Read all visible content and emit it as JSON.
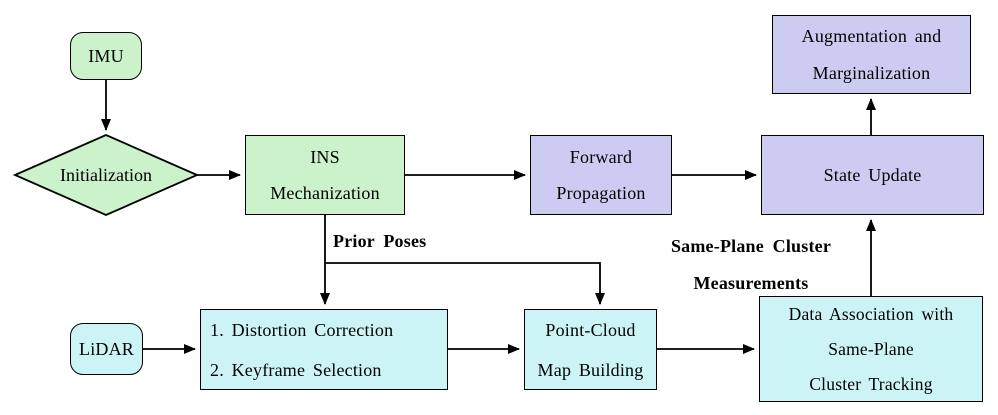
{
  "diagram": {
    "type": "flowchart",
    "colors": {
      "imu_branch_fill": "#ccf2cc",
      "filter_branch_fill": "#ccccf2",
      "lidar_branch_fill": "#ccf4f6",
      "stroke": "#000000",
      "background": "#ffffff"
    },
    "nodes": {
      "imu": {
        "label": "IMU",
        "shape": "rounded-rect"
      },
      "initialization": {
        "label": "Initialization",
        "shape": "diamond"
      },
      "ins_mechanization": {
        "lines": [
          "INS",
          "Mechanization"
        ],
        "shape": "rect"
      },
      "forward_propagation": {
        "lines": [
          "Forward",
          "Propagation"
        ],
        "shape": "rect"
      },
      "state_update": {
        "label": "State Update",
        "shape": "rect"
      },
      "augmentation": {
        "lines": [
          "Augmentation and",
          "Marginalization"
        ],
        "shape": "rect"
      },
      "lidar": {
        "label": "LiDAR",
        "shape": "rounded-rect"
      },
      "preprocessing": {
        "lines": [
          "1. Distortion Correction",
          "2. Keyframe Selection"
        ],
        "shape": "rect"
      },
      "map_building": {
        "lines": [
          "Point-Cloud",
          "Map Building"
        ],
        "shape": "rect"
      },
      "data_association": {
        "lines": [
          "Data Association with",
          "Same-Plane",
          "Cluster Tracking"
        ],
        "shape": "rect"
      }
    },
    "edge_labels": {
      "prior_poses": "Prior Poses",
      "same_plane_line1": "Same-Plane Cluster",
      "same_plane_line2": "Measurements"
    },
    "edges": [
      "IMU -> Initialization",
      "Initialization -> INS Mechanization",
      "INS Mechanization -> Forward Propagation",
      "Forward Propagation -> State Update",
      "State Update -> Augmentation and Marginalization",
      "INS Mechanization -> 1. Distortion Correction 2. Keyframe Selection (Prior Poses)",
      "INS Mechanization -> Point-Cloud Map Building (Prior Poses)",
      "LiDAR -> 1. Distortion Correction 2. Keyframe Selection",
      "1. Distortion Correction 2. Keyframe Selection -> Point-Cloud Map Building",
      "Point-Cloud Map Building -> Data Association with Same-Plane Cluster Tracking",
      "Data Association with Same-Plane Cluster Tracking -> State Update (Same-Plane Cluster Measurements)"
    ]
  }
}
